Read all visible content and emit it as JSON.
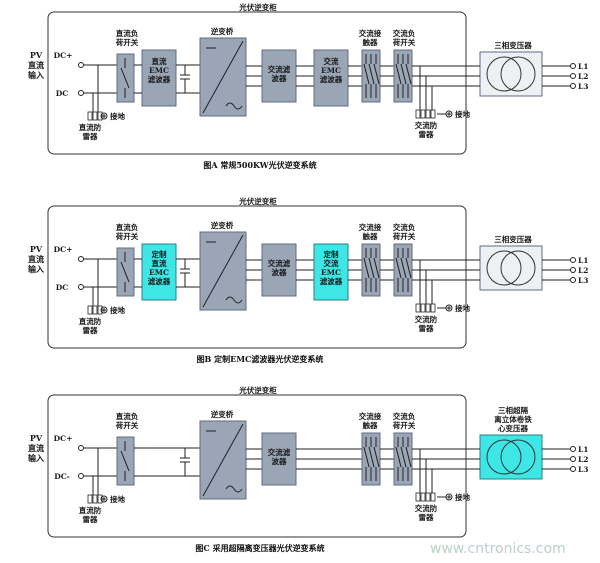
{
  "colors": {
    "box_fill": "#9aa6b6",
    "cyan_fill": "#3ee6e6",
    "transformer_fill": "#eef0f3"
  },
  "diagrams": [
    {
      "panel_title": "光伏逆变柜",
      "pv_label": "PV\n直流\n输入",
      "dc_plus": "DC+",
      "dc_minus": "DC",
      "dc_spd": "直流防\n雷器",
      "dc_switch": "直流负\n荷开关",
      "dc_emc": "直流\nEMC\n滤波器",
      "inverter": "逆变桥",
      "ac_filter": "交流滤\n波器",
      "ac_emc": "交流\nEMC\n滤波器",
      "ac_contactor": "交流接\n触器",
      "ac_switch": "交流负\n荷开关",
      "ac_spd": "交流防\n雷器",
      "ground": "接地",
      "ground2": "接地",
      "transformer": "三相变压器",
      "l1": "L1",
      "l2": "L2",
      "l3": "L3",
      "caption": "图A  常规500KW光伏逆变系统"
    },
    {
      "panel_title": "光伏逆变柜",
      "pv_label": "PV\n直流\n输入",
      "dc_plus": "DC+",
      "dc_minus": "DC",
      "dc_spd": "直流防\n雷器",
      "dc_switch": "直流负\n荷开关",
      "dc_emc": "定制\n直流\nEMC\n滤波器",
      "inverter": "逆变桥",
      "ac_filter": "交流滤\n波器",
      "ac_emc": "定制\n交流\nEMC\n滤波器",
      "ac_contactor": "交流接\n触器",
      "ac_switch": "交流负\n荷开关",
      "ac_spd": "交流防\n雷器",
      "ground": "接地",
      "ground2": "接地",
      "transformer": "三相变压器",
      "l1": "L1",
      "l2": "L2",
      "l3": "L3",
      "caption": "图B  定制EMC滤波器光伏逆变系统"
    },
    {
      "panel_title": "光伏逆变柜",
      "pv_label": "PV\n直流\n输入",
      "dc_plus": "DC+",
      "dc_minus": "DC-",
      "dc_spd": "直流防\n雷器",
      "dc_switch": "直流负\n荷开关",
      "dc_emc": "",
      "inverter": "逆变桥",
      "ac_filter": "交流滤\n波器",
      "ac_emc": "",
      "ac_contactor": "交流接\n触器",
      "ac_switch": "交流负\n荷开关",
      "ac_spd": "交流防\n雷器",
      "ground": "接地",
      "ground2": "接地",
      "transformer": "三相超隔\n离立体卷铁\n心变压器",
      "l1": "L1",
      "l2": "L2",
      "l3": "L3",
      "caption": "图C  采用超隔离变压器光伏逆变系统"
    }
  ],
  "watermark": "www.cntronics.com"
}
